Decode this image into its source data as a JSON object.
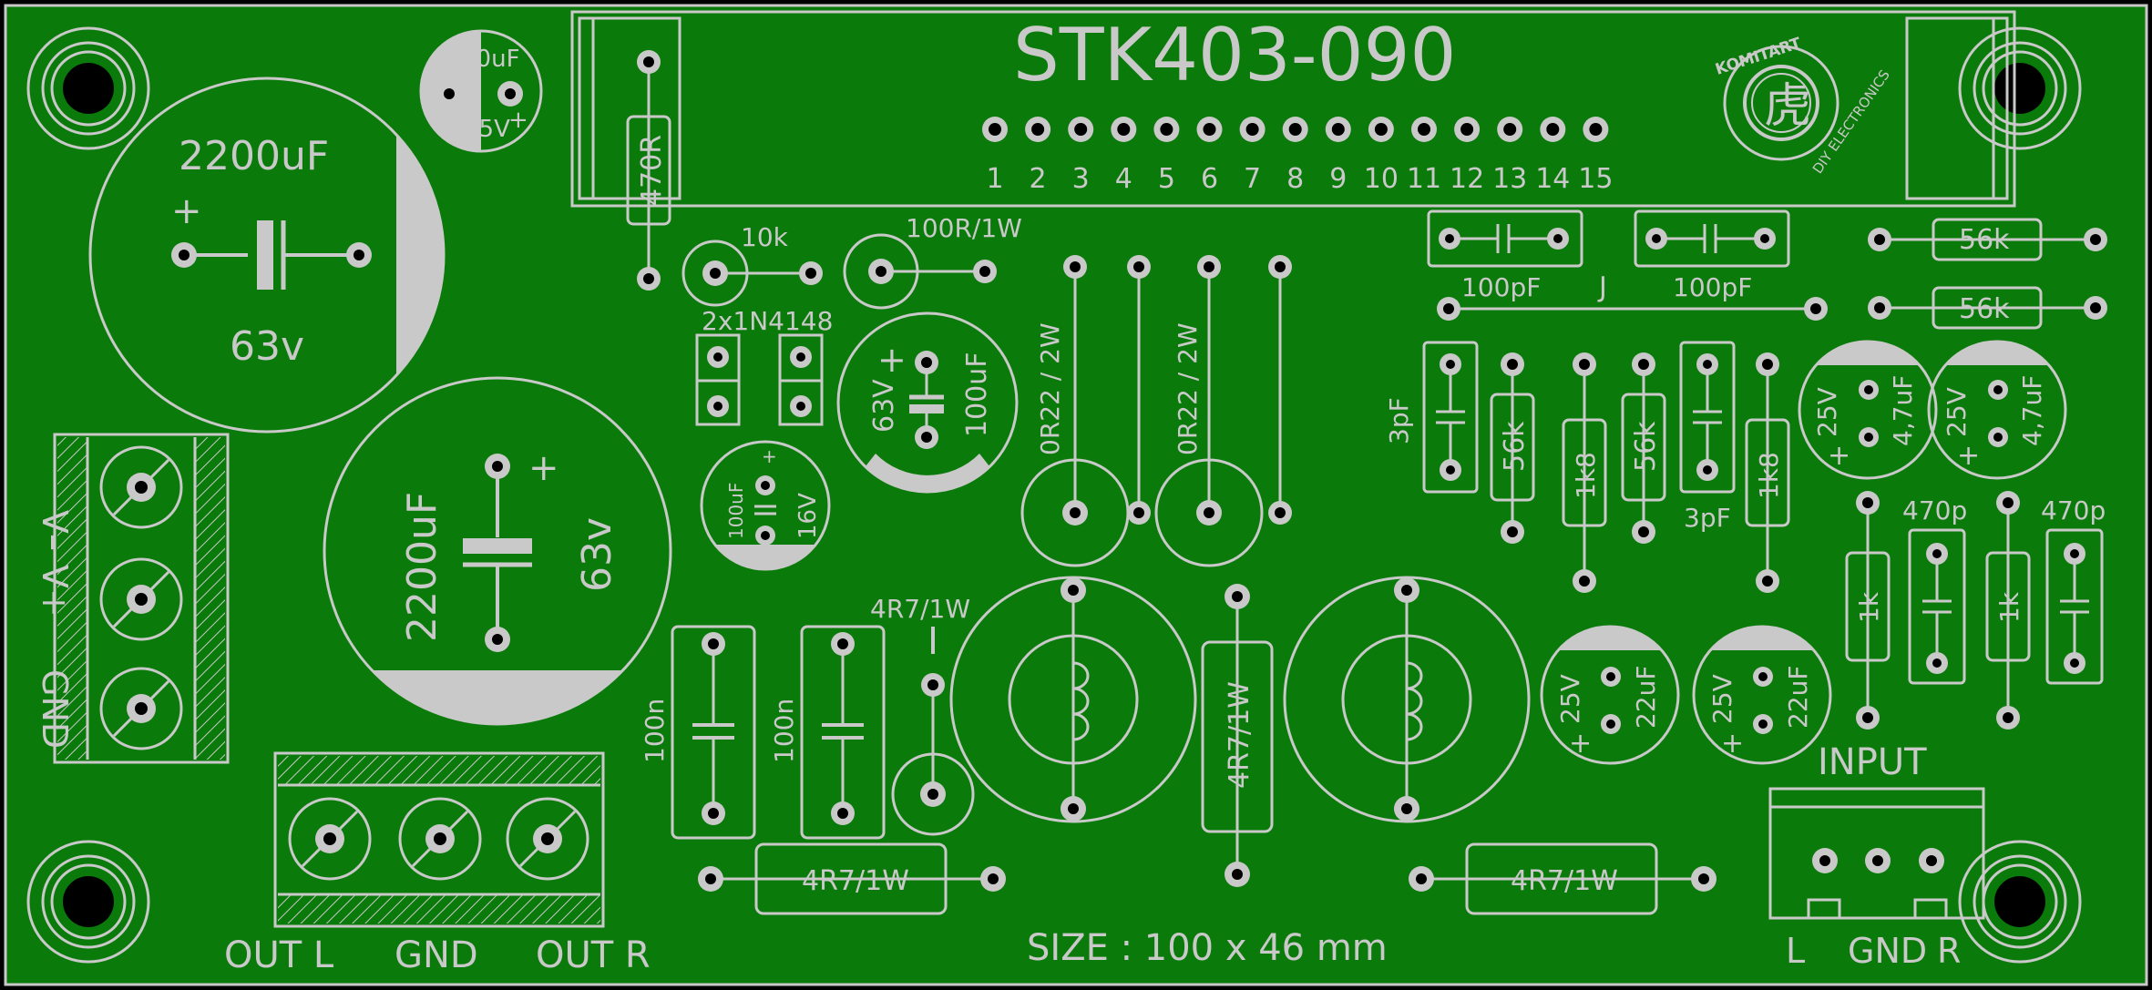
{
  "board": {
    "title": "STK403-090",
    "size_text": "SIZE : 100 x 46 mm",
    "logo_text": "KOMITART",
    "logo_char": "虎",
    "logo_sub": "DIY ELECTRONICS",
    "pin_numbers": [
      "1",
      "2",
      "3",
      "4",
      "5",
      "6",
      "7",
      "8",
      "9",
      "10",
      "11",
      "12",
      "13",
      "14",
      "15"
    ],
    "colors": {
      "board": "#0a7a0a",
      "silk": "#c9c9c9",
      "hole": "#000000"
    }
  },
  "labels": {
    "cap_10uf": "10uF",
    "cap_10uf_v": "25V",
    "plus": "+",
    "cap_big1": "2200uF",
    "cap_big1_v": "63v",
    "cap_big2": "2200uF",
    "cap_big2_v": "63v",
    "r_470r": "470R",
    "r_10k": "10k",
    "r_100r": "100R/1W",
    "d_1n4148": "2x1N4148",
    "cap_100uf_a": "100uF",
    "cap_100uf_a_v": "63V",
    "cap_100uf_b": "100uF",
    "cap_100uf_b_v": "16V",
    "r_or22_a": "0R22 / 2W",
    "r_or22_b": "0R22 / 2W",
    "c_100pf_a": "100pF",
    "c_100pf_b": "100pF",
    "jumper": "J",
    "r_56k_a": "56k",
    "r_56k_b": "56k",
    "c_3pf_a": "3pF",
    "r_56k_c": "56k",
    "r_1k8_a": "1k8",
    "r_56k_d": "56k",
    "c_3pf_b": "3pF",
    "r_1k8_b": "1k8",
    "c_47uf_a": "4,7uF",
    "c_47uf_a_v": "25V",
    "c_47uf_b": "4,7uF",
    "c_47uf_b_v": "25V",
    "c_470p_a": "470p",
    "c_470p_b": "470p",
    "r_1k_a": "1k",
    "r_1k_b": "1k",
    "r_4r7_a": "4R7/1W",
    "c_100n_a": "100n",
    "c_100n_b": "100n",
    "r_4r7_b": "4R7/1W",
    "r_4r7_c": "4R7/1W",
    "r_4r7_d": "4R7/1W",
    "c_22uf_a": "22uF",
    "c_22uf_a_v": "25V",
    "c_22uf_b": "22uF",
    "c_22uf_b_v": "25V",
    "pwr_vminus": "V–",
    "pwr_vplus": "V+",
    "pwr_gnd": "GND",
    "out_l": "OUT L",
    "out_gnd": "GND",
    "out_r": "OUT R",
    "input_title": "INPUT",
    "in_l": "L",
    "in_gnd": "GND",
    "in_r": "R"
  }
}
